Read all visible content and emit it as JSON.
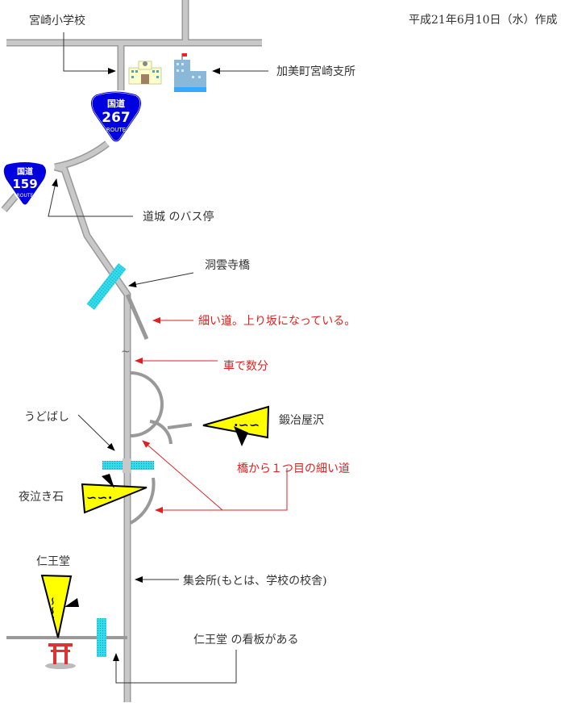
{
  "date_created": "平成21年6月10日（水）作成",
  "labels": {
    "school": "宮崎小学校",
    "branch_office": "加美町宮崎支所",
    "bus_stop": "道城 のバス停",
    "bridge_dounji": "洞雲寺橋",
    "narrow_road": "細い道。上り坂になっている。",
    "by_car": "車で数分",
    "udobashi": "うどばし",
    "kajiyasawa": "鍛冶屋沢",
    "first_narrow_road": "橋から１つ目の細い道",
    "yonakiishi": "夜泣き石",
    "niodo": "仁王堂",
    "meeting_hall": "集会所(もとは、学校の校舎)",
    "niodo_sign": "仁王堂 の看板がある"
  },
  "route_signs": [
    {
      "kanji": "国道",
      "number": "267",
      "sub": "ROUTE"
    },
    {
      "kanji": "国道",
      "number": "159",
      "sub": "ROUTE"
    }
  ],
  "colors": {
    "route_sign": "#0000e0",
    "marker": "#ffff00",
    "bridge": "#33ddee",
    "annotation": "#e02020"
  }
}
